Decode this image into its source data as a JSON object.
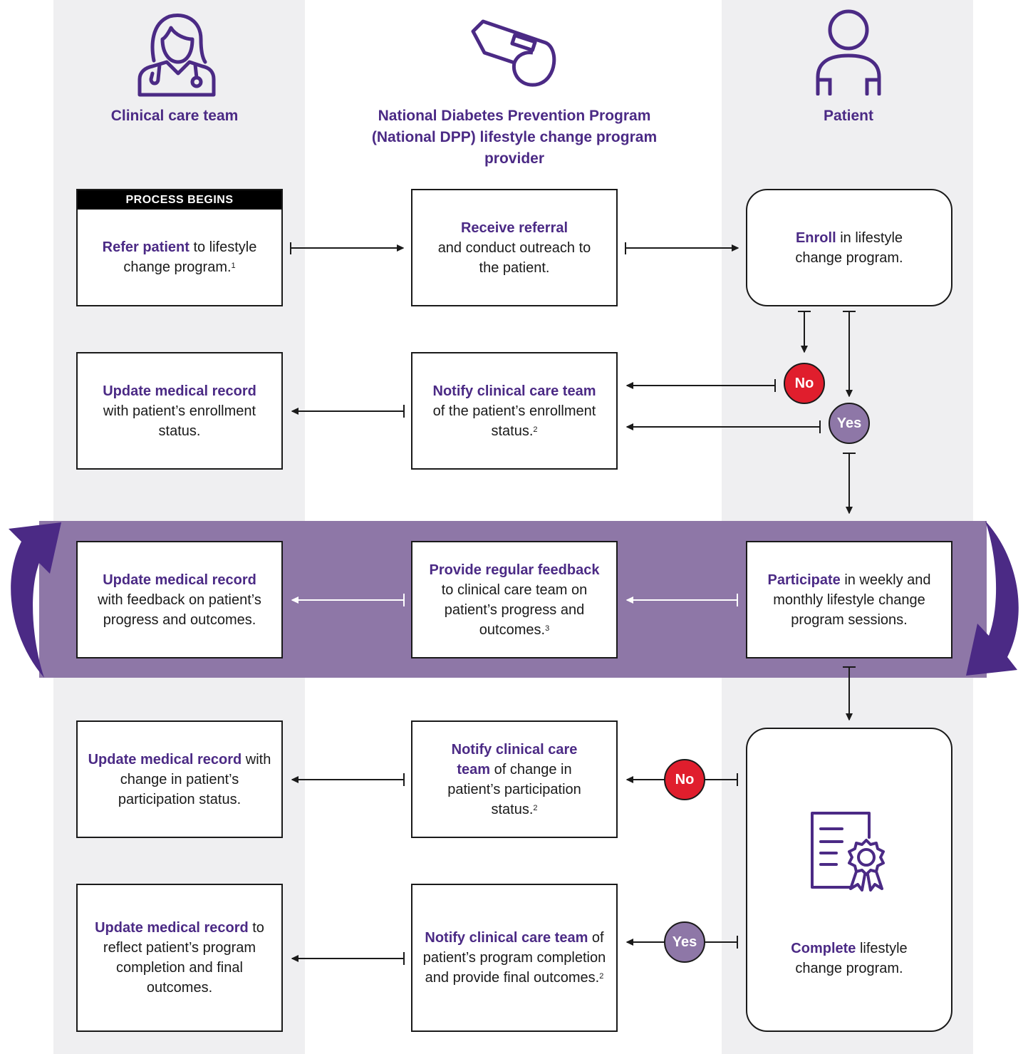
{
  "lanes": {
    "clinical": "Clinical care team",
    "provider": "National Diabetes Prevention Program (National DPP) lifestyle change program provider",
    "patient": "Patient"
  },
  "icons": [
    "doctor-icon",
    "whistle-icon",
    "patient-icon",
    "certificate-icon"
  ],
  "process_begins": "PROCESS BEGINS",
  "boxes": {
    "refer": {
      "bold": "Refer patient",
      "text": "to lifestyle change program.",
      "note": "1"
    },
    "receive": {
      "bold": "Receive referral",
      "text": "and conduct outreach to the patient."
    },
    "enroll": {
      "bold": "Enroll",
      "text": "in lifestyle change program."
    },
    "update_enroll": {
      "bold": "Update medical record",
      "text": "with patient’s enrollment status."
    },
    "notify_enroll": {
      "bold": "Notify clinical care team",
      "text": "of the patient’s enrollment status.",
      "note": "2"
    },
    "update_feedback": {
      "bold": "Update medical record",
      "text": "with feedback on patient’s progress and outcomes."
    },
    "provide_feedback": {
      "bold": "Provide regular feedback",
      "text": "to clinical care team on patient’s progress and outcomes.",
      "note": "3"
    },
    "participate": {
      "bold": "Participate",
      "text": "in weekly and monthly lifestyle change program sessions."
    },
    "update_participation": {
      "bold": "Update medical record",
      "text": "with change in patient’s participation status."
    },
    "notify_participation": {
      "bold": "Notify clinical care team",
      "text": "of change in patient’s participation status.",
      "note": "2"
    },
    "update_completion": {
      "bold": "Update medical record",
      "text": "to reflect patient’s program completion and final outcomes."
    },
    "notify_completion": {
      "bold": "Notify clinical care team",
      "text": "of patient’s program completion and provide final outcomes.",
      "note": "2"
    },
    "complete": {
      "bold": "Complete",
      "text": "lifestyle change program."
    }
  },
  "badges": {
    "no": "No",
    "yes": "Yes"
  },
  "colors": {
    "purple": "#4b2a85",
    "band": "#8e77a7",
    "no": "#e01e2d",
    "lane": "#efeff1"
  }
}
